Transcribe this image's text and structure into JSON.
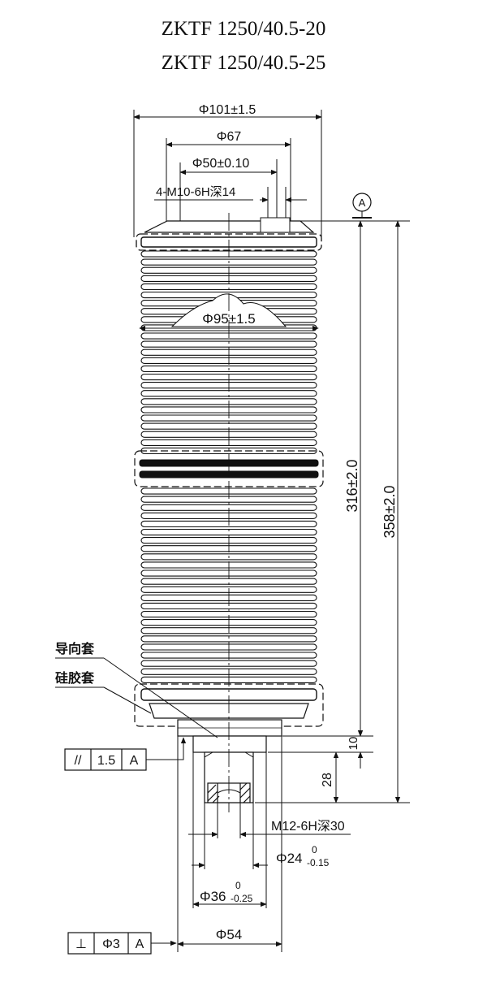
{
  "titles": [
    "ZKTF 1250/40.5-20",
    "ZKTF 1250/40.5-25"
  ],
  "dimensions": {
    "d_flange": "Φ101±1.5",
    "d_67": "Φ67",
    "d_50": "Φ50±0.10",
    "thread_top": "4-M10-6H深14",
    "d_body": "Φ95±1.5",
    "len_316": "316±2.0",
    "len_358": "358±2.0",
    "h_10": "10",
    "h_28": "28",
    "thread_bottom": "M12-6H深30",
    "d_24": "Φ24",
    "d_24_upper": "0",
    "d_24_lower": "-0.15",
    "d_36": "Φ36",
    "d_36_upper": "0",
    "d_36_lower": "-0.25",
    "d_54": "Φ54"
  },
  "datum": "A",
  "labels": {
    "guide_sleeve": "导向套",
    "silicone_sleeve": "硅胶套"
  },
  "tolerances": {
    "parallel": {
      "symbol": "//",
      "value": "1.5",
      "datum": "A"
    },
    "perpendicular": {
      "symbol": "⊥",
      "value": "Φ3",
      "datum": "A"
    }
  }
}
